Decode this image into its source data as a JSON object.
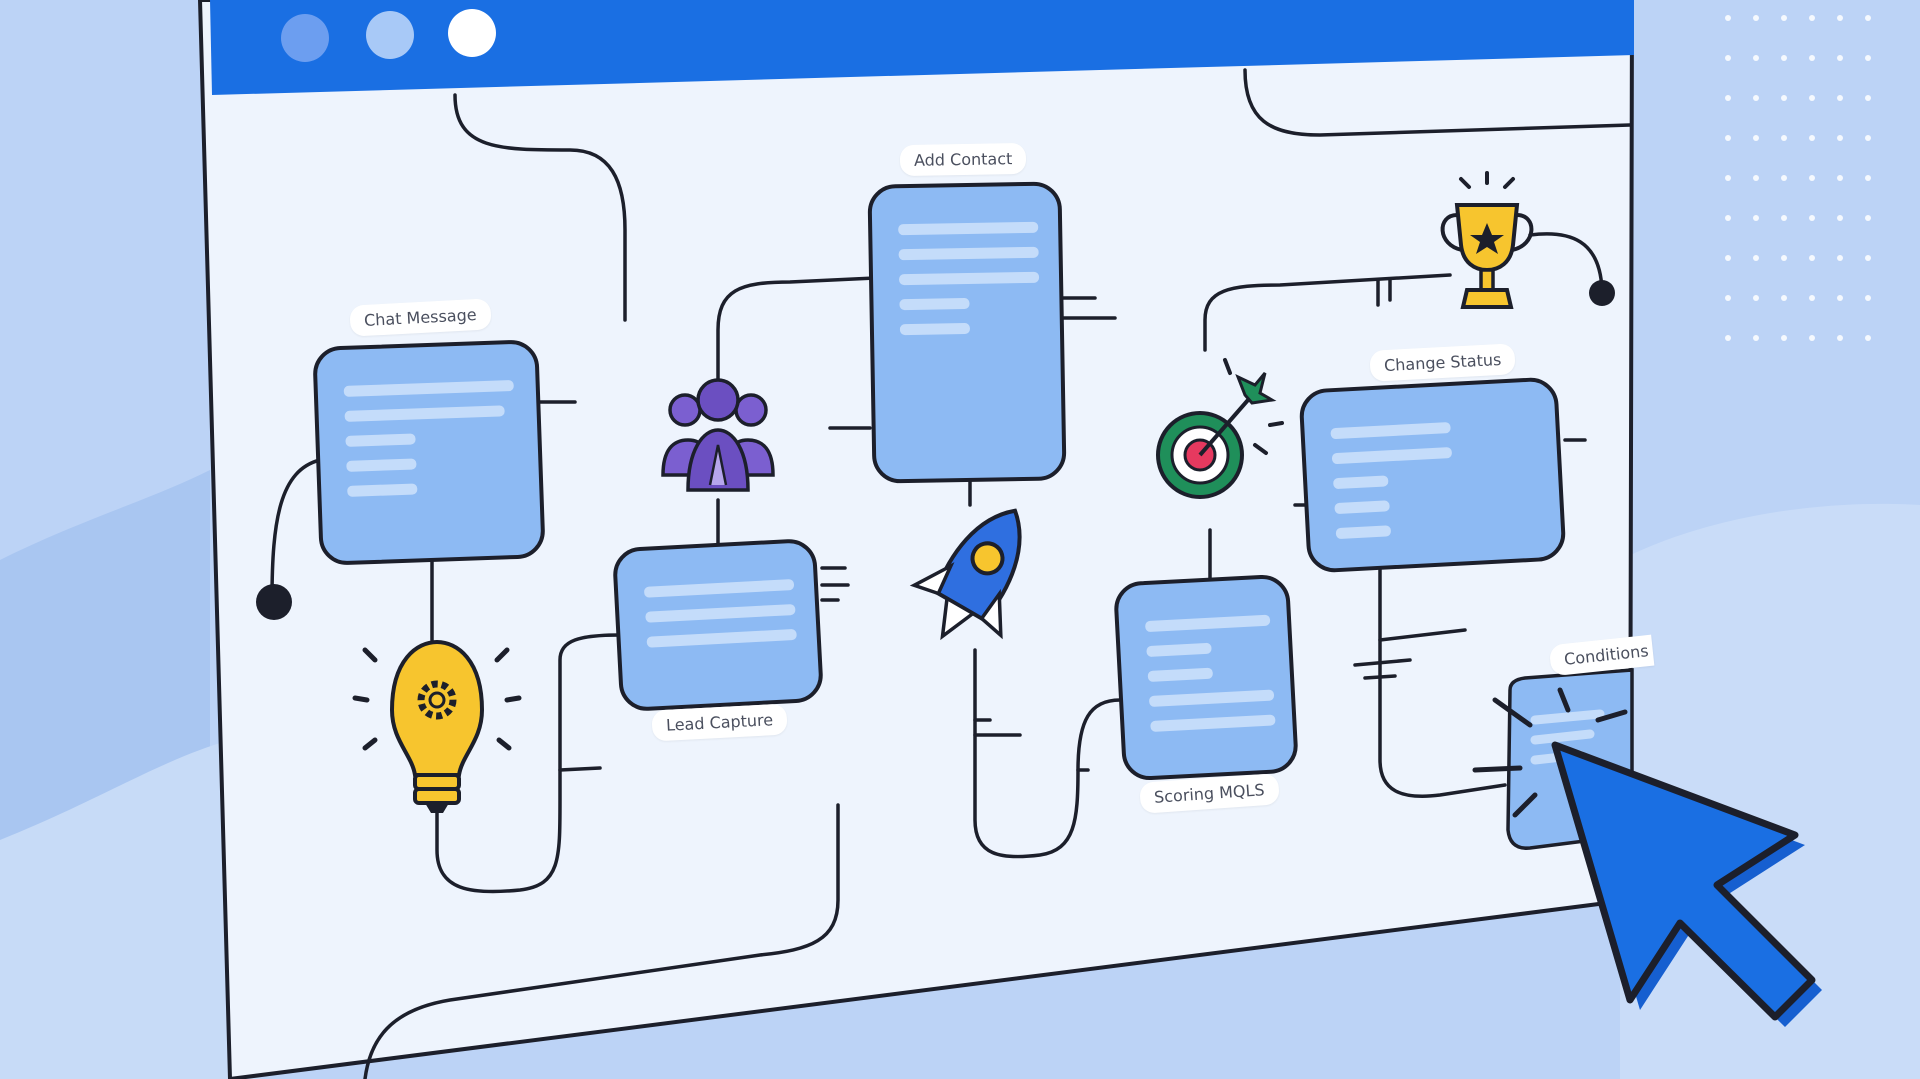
{
  "window": {
    "titlebar_color": "#1a6fe3",
    "canvas_color": "#eef4fd",
    "traffic_dots": [
      "#6c9ef0",
      "#a8c9f7",
      "#ffffff"
    ]
  },
  "nodes": {
    "chat_message": {
      "label": "Chat Message"
    },
    "lead_capture": {
      "label": "Lead Capture"
    },
    "add_contact": {
      "label": "Add Contact"
    },
    "scoring_mqls": {
      "label": "Scoring MQLS"
    },
    "change_status": {
      "label": "Change Status"
    },
    "conditions": {
      "label": "Conditions"
    }
  },
  "icons": [
    "lightbulb-gear-icon",
    "team-icon",
    "rocket-icon",
    "target-icon",
    "trophy-icon",
    "cursor-arrow-icon"
  ],
  "colors": {
    "node_fill": "#8dbaf3",
    "node_line": "#c4dcfa",
    "stroke": "#1c1f2b",
    "accent_blue": "#1a6fe3",
    "yellow": "#f7c52e",
    "purple": "#6b4fc1",
    "green": "#1f8f5a",
    "red": "#e6395f"
  }
}
